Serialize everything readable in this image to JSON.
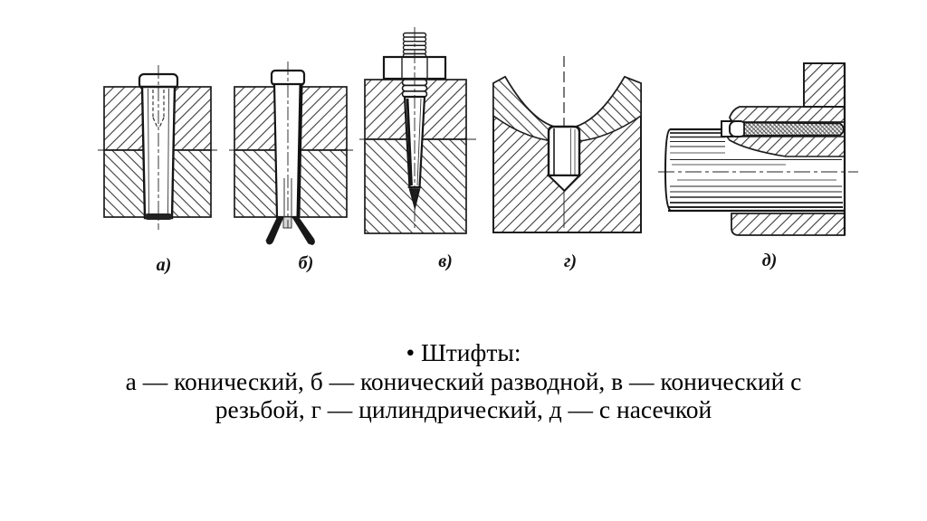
{
  "figures": [
    {
      "label": "а)"
    },
    {
      "label": "б)"
    },
    {
      "label": "в)"
    },
    {
      "label": "г)"
    },
    {
      "label": "д)"
    }
  ],
  "caption": {
    "line1": "• Штифты:",
    "line2": "а — конический, б — конический разводной, в — конический с",
    "line3": "резьбой, г — цилиндрический, д — с насечкой"
  },
  "colors": {
    "ink": "#1c1c1c",
    "background": "#ffffff"
  }
}
